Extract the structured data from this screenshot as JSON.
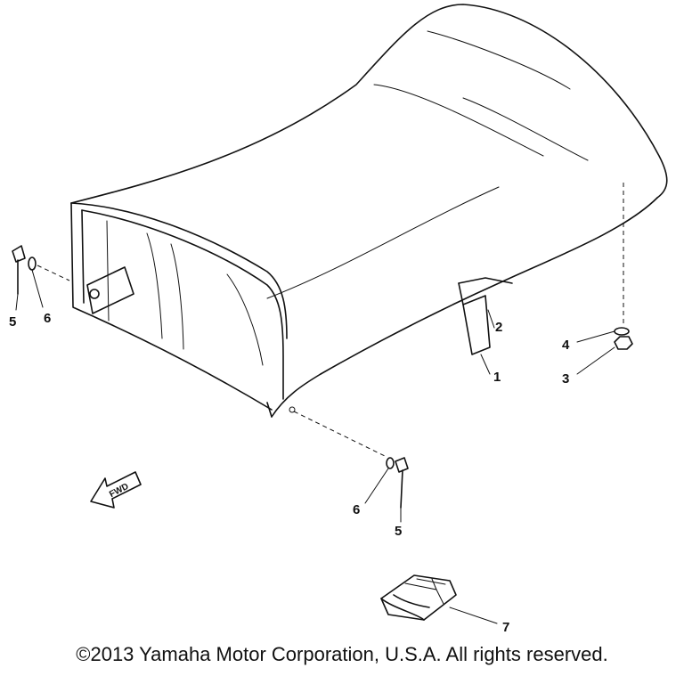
{
  "callouts": {
    "c1": "1",
    "c2": "2",
    "c3": "3",
    "c4": "4",
    "c5_left": "5",
    "c6_left": "6",
    "c5_bottom": "5",
    "c6_bottom": "6",
    "c7": "7"
  },
  "fwd_label": "FWD",
  "copyright": "©2013 Yamaha Motor Corporation, U.S.A. All rights reserved.",
  "colors": {
    "ink": "#111111",
    "background": "#ffffff"
  }
}
